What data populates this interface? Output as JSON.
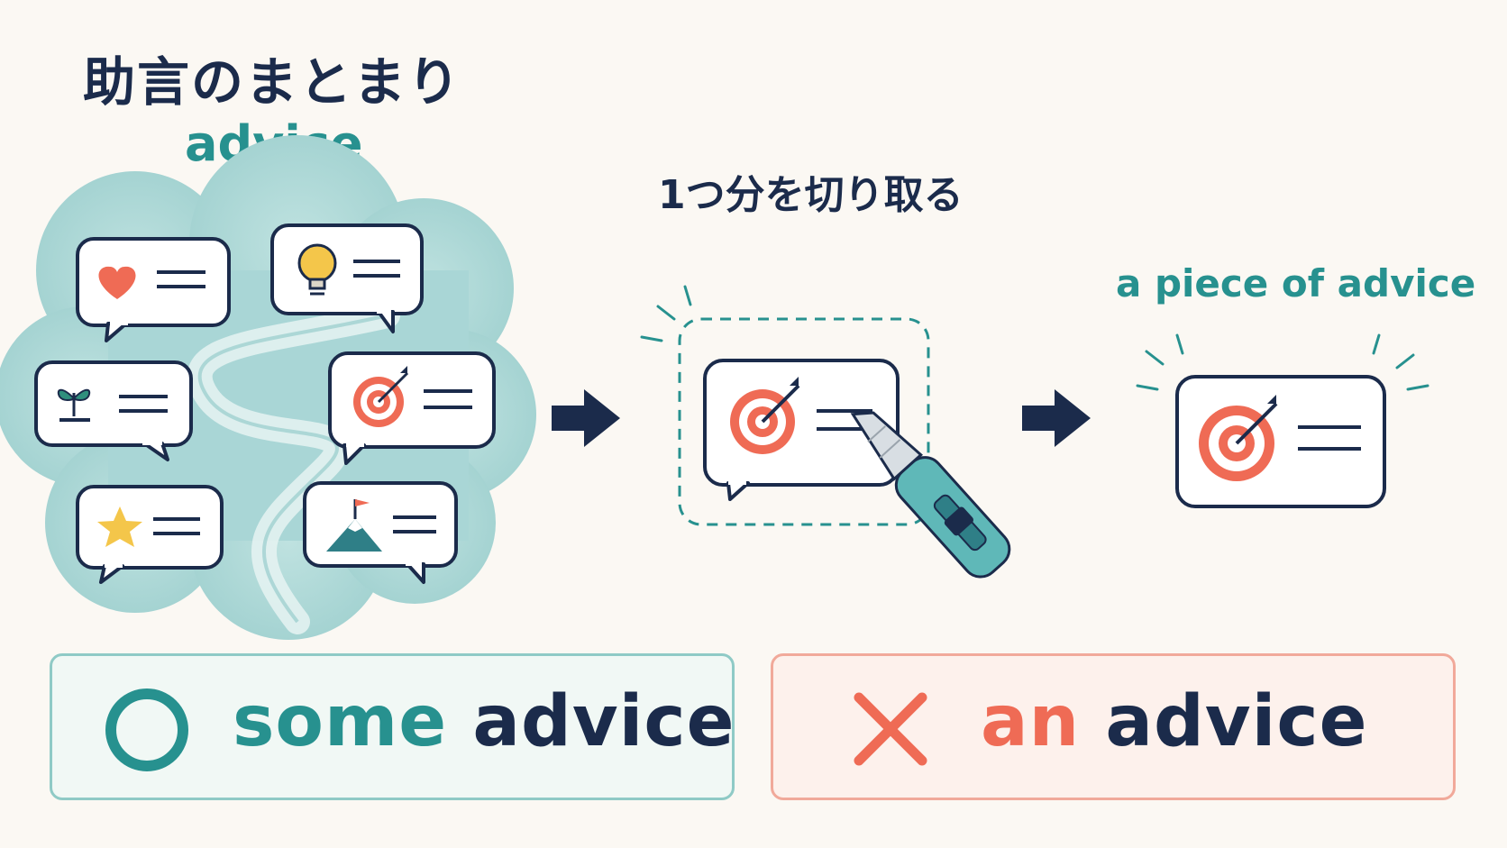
{
  "title_ja": "助言のまとまり",
  "title_en": "advice",
  "cut_label": "1つ分を切り取る",
  "piece_label": "a piece of advice",
  "correct": {
    "mark": "○",
    "word1": "some",
    "word2": "advice"
  },
  "incorrect": {
    "mark": "✕",
    "word1": "an",
    "word2": "advice"
  },
  "bubble_icons": [
    "heart-icon",
    "lightbulb-icon",
    "sprout-icon",
    "target-icon",
    "star-icon",
    "mountain-flag-icon"
  ],
  "colors": {
    "navy": "#1b2b4b",
    "teal": "#27918f",
    "coral": "#ef6b55",
    "cloud": "#a9d6d6"
  }
}
